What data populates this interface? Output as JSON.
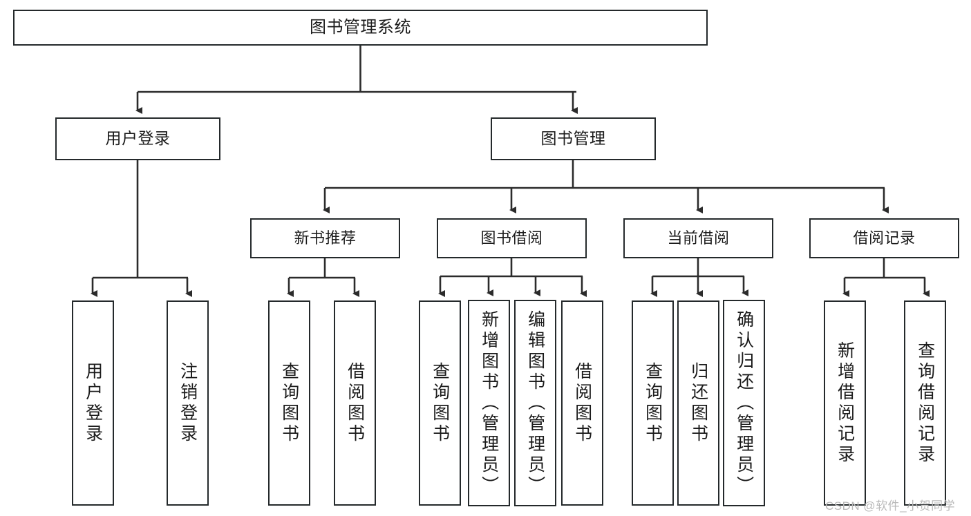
{
  "diagram": {
    "title": "图书管理系统",
    "type": "tree-hierarchy-diagram",
    "style": {
      "box_border_color": "#24292b",
      "box_fill_color": "#ffffff",
      "connector_color": "#2b2b2b",
      "page_background": "#ffffff",
      "watermark_color": "#b9b9b9"
    },
    "watermark": "CSDN @软件_小贺同学",
    "nodes": {
      "root": {
        "label": "图书管理系统",
        "level": 1,
        "orientation": "horizontal"
      },
      "user_login": {
        "label": "用户登录",
        "level": 2,
        "orientation": "horizontal"
      },
      "book_manage": {
        "label": "图书管理",
        "level": 2,
        "orientation": "horizontal"
      },
      "new_book_rec": {
        "label": "新书推荐",
        "level": 3,
        "orientation": "horizontal"
      },
      "book_borrow": {
        "label": "图书借阅",
        "level": 3,
        "orientation": "horizontal"
      },
      "current_borrow": {
        "label": "当前借阅",
        "level": 3,
        "orientation": "horizontal"
      },
      "borrow_record": {
        "label": "借阅记录",
        "level": 3,
        "orientation": "horizontal"
      },
      "leaf_user_login": {
        "label": "用户登录",
        "level": 4,
        "orientation": "vertical"
      },
      "leaf_logout": {
        "label": "注销登录",
        "level": 4,
        "orientation": "vertical"
      },
      "leaf_query_book_1": {
        "label": "查询图书",
        "level": 4,
        "orientation": "vertical"
      },
      "leaf_borrow_book_1": {
        "label": "借阅图书",
        "level": 4,
        "orientation": "vertical"
      },
      "leaf_query_book_2": {
        "label": "查询图书",
        "level": 4,
        "orientation": "vertical"
      },
      "leaf_add_book_admin": {
        "label": "新增图书（管理员）",
        "level": 4,
        "orientation": "vertical"
      },
      "leaf_edit_book_admin": {
        "label": "编辑图书（管理员）",
        "level": 4,
        "orientation": "vertical"
      },
      "leaf_borrow_book_2": {
        "label": "借阅图书",
        "level": 4,
        "orientation": "vertical"
      },
      "leaf_query_book_3": {
        "label": "查询图书",
        "level": 4,
        "orientation": "vertical"
      },
      "leaf_return_book": {
        "label": "归还图书",
        "level": 4,
        "orientation": "vertical"
      },
      "leaf_confirm_return_admin": {
        "label": "确认归还（管理员）",
        "level": 4,
        "orientation": "vertical"
      },
      "leaf_add_record": {
        "label": "新增借阅记录",
        "level": 4,
        "orientation": "vertical"
      },
      "leaf_query_record": {
        "label": "查询借阅记录",
        "level": 4,
        "orientation": "vertical"
      }
    },
    "hierarchy": [
      {
        "label": "图书管理系统",
        "children": [
          {
            "label": "用户登录",
            "children": [
              {
                "label": "用户登录"
              },
              {
                "label": "注销登录"
              }
            ]
          },
          {
            "label": "图书管理",
            "children": [
              {
                "label": "新书推荐",
                "children": [
                  {
                    "label": "查询图书"
                  },
                  {
                    "label": "借阅图书"
                  }
                ]
              },
              {
                "label": "图书借阅",
                "children": [
                  {
                    "label": "查询图书"
                  },
                  {
                    "label": "新增图书（管理员）"
                  },
                  {
                    "label": "编辑图书（管理员）"
                  },
                  {
                    "label": "借阅图书"
                  }
                ]
              },
              {
                "label": "当前借阅",
                "children": [
                  {
                    "label": "查询图书"
                  },
                  {
                    "label": "归还图书"
                  },
                  {
                    "label": "确认归还（管理员）"
                  }
                ]
              },
              {
                "label": "借阅记录",
                "children": [
                  {
                    "label": "新增借阅记录"
                  },
                  {
                    "label": "查询借阅记录"
                  }
                ]
              }
            ]
          }
        ]
      }
    ]
  }
}
